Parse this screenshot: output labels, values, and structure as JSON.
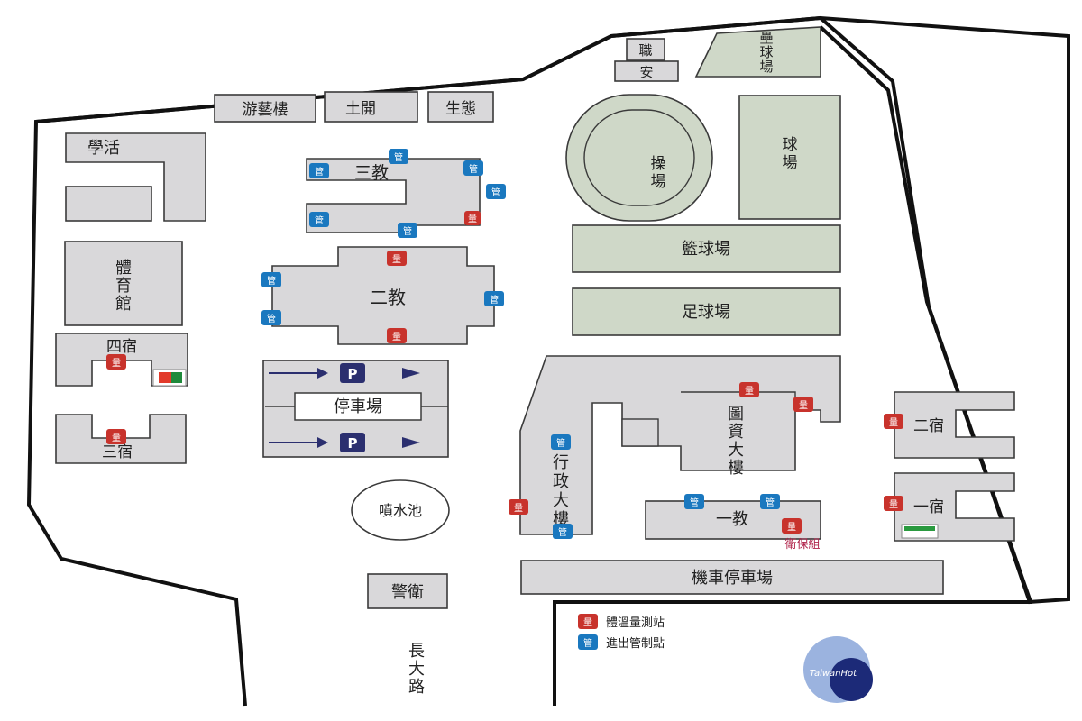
{
  "map": {
    "buildings": {
      "youyi": "游藝樓",
      "tukai": "土開",
      "shengtai": "生態",
      "xuehuo": "學活",
      "tiyuguan": [
        "體",
        "育",
        "館"
      ],
      "sisu": "四宿",
      "sansu": "三宿",
      "sanjiao": "三教",
      "erjiao": "二教",
      "tingchechang": "停車場",
      "penshuichi": "噴水池",
      "jingwei": "警衛",
      "xingzheng": [
        "行",
        "政",
        "大",
        "樓"
      ],
      "tuzi": [
        "圖",
        "資",
        "大",
        "樓"
      ],
      "yijiao": "一教",
      "weibaozu": "衛保組",
      "jiche": "機車停車場",
      "ersu": "二宿",
      "yisu": "一宿",
      "zhi": "職",
      "an": "安"
    },
    "fields": {
      "leiqiu": [
        "壘",
        "球",
        "場"
      ],
      "caochang": [
        "操",
        "場"
      ],
      "qiuchang": [
        "球",
        "場"
      ],
      "lanqiu": "籃球場",
      "zuqiu": "足球場"
    },
    "road": [
      "長",
      "大",
      "路"
    ],
    "markers": {
      "temp": "量",
      "control": "管",
      "parking": "P"
    },
    "legend": {
      "temp_label": "體溫量測站",
      "control_label": "進出管制點"
    },
    "watermark": "TaiwanHot",
    "colors": {
      "building": "#d9d8da",
      "field": "#cfd8c8",
      "temp_marker": "#c8332c",
      "control_marker": "#1a78bf",
      "parking_sign": "#2b2f6f",
      "arrow": "#2b2f6f",
      "weibaozu_text": "#b0234a"
    }
  }
}
